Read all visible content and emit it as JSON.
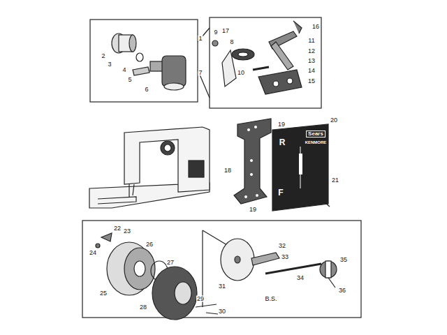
{
  "diagram": {
    "labels": [
      "1",
      "7",
      "2",
      "3",
      "4",
      "5",
      "6",
      "9",
      "17",
      "8",
      "10",
      "16",
      "11",
      "12",
      "13",
      "14",
      "15",
      "18",
      "19",
      "19",
      "20",
      "21",
      "Sears",
      "KENMORE",
      "R",
      "F",
      "22",
      "23",
      "24",
      "25",
      "26",
      "27",
      "28",
      "29",
      "30",
      "31",
      "32",
      "33",
      "34",
      "35",
      "36",
      "B.S."
    ]
  }
}
